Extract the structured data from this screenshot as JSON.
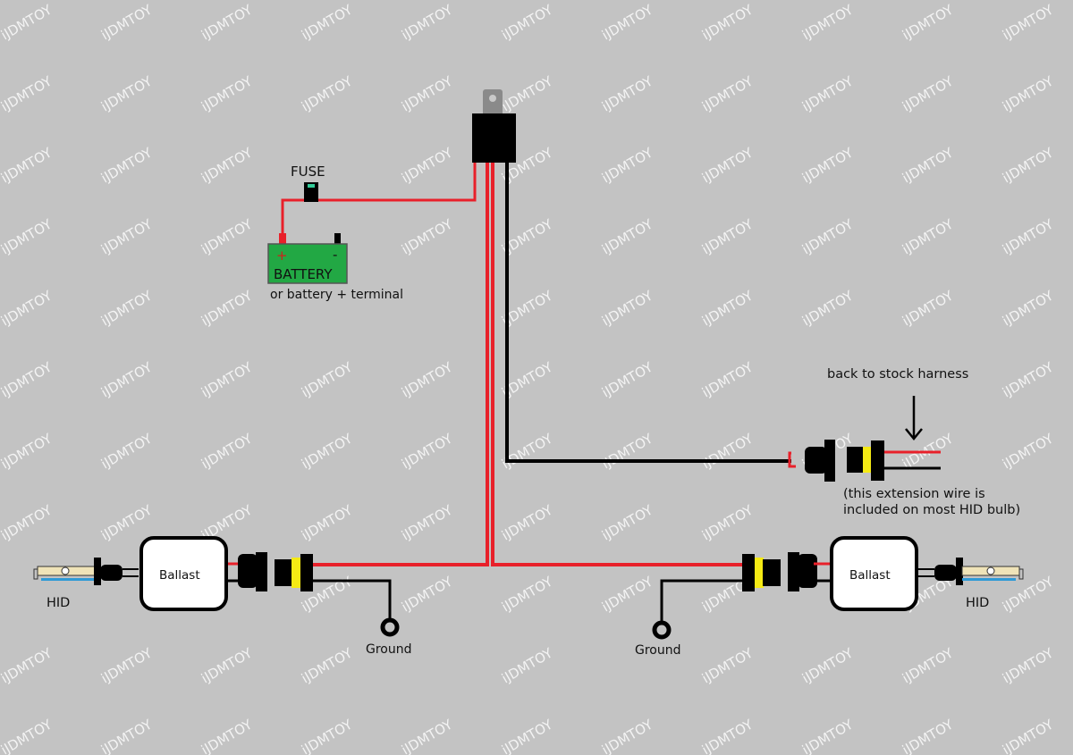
{
  "watermark": "iJDMTOY",
  "labels": {
    "fuse": "FUSE",
    "battery": "BATTERY",
    "battery_plus": "+",
    "battery_minus": "-",
    "battery_note": "or battery + terminal",
    "stock_harness": "back to stock harness",
    "extension_note_1": "(this extension wire is",
    "extension_note_2": "included on most HID bulb)",
    "ballast_left": "Ballast",
    "ballast_right": "Ballast",
    "hid_left": "HID",
    "hid_right": "HID",
    "ground_left": "Ground",
    "ground_right": "Ground"
  },
  "colors": {
    "background": "#c3c3c3",
    "wire_red": "#e8202a",
    "wire_black": "#000000",
    "battery_green": "#22a844",
    "connector_yellow": "#f5ea14",
    "hid_blue": "#2f9ad6",
    "hid_tan": "#efe3b8"
  }
}
